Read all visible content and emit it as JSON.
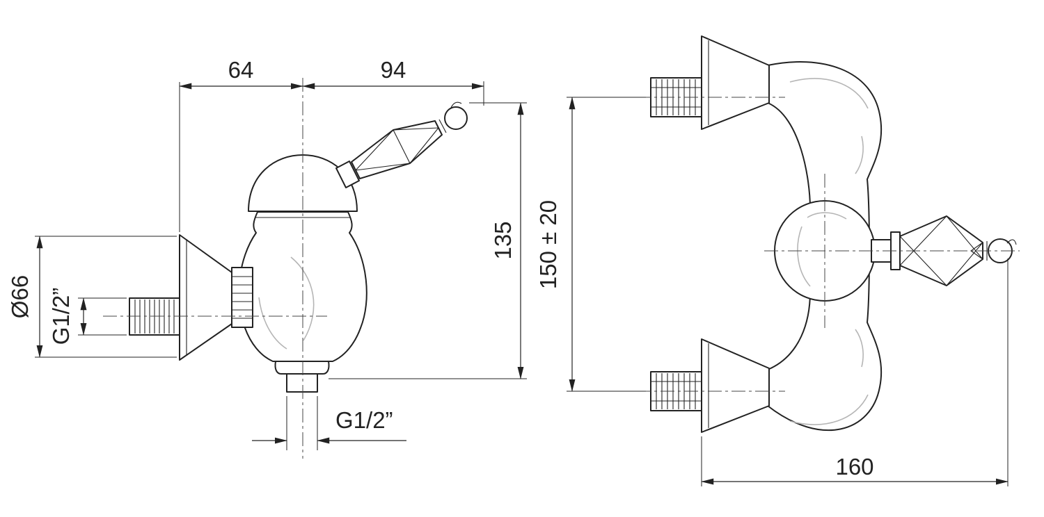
{
  "colors": {
    "background": "#ffffff",
    "line": "#222222",
    "centerline": "#444444",
    "accent_light": "#b5b5b5"
  },
  "dimensions": {
    "side_view": {
      "offset_left": "64",
      "offset_right": "94",
      "height": "135",
      "flange_diameter": "Ø66",
      "inlet_thread": "G1/2”",
      "outlet_thread": "G1/2”"
    },
    "front_view": {
      "connection_distance": "150 ± 20",
      "overall_width": "160"
    }
  }
}
